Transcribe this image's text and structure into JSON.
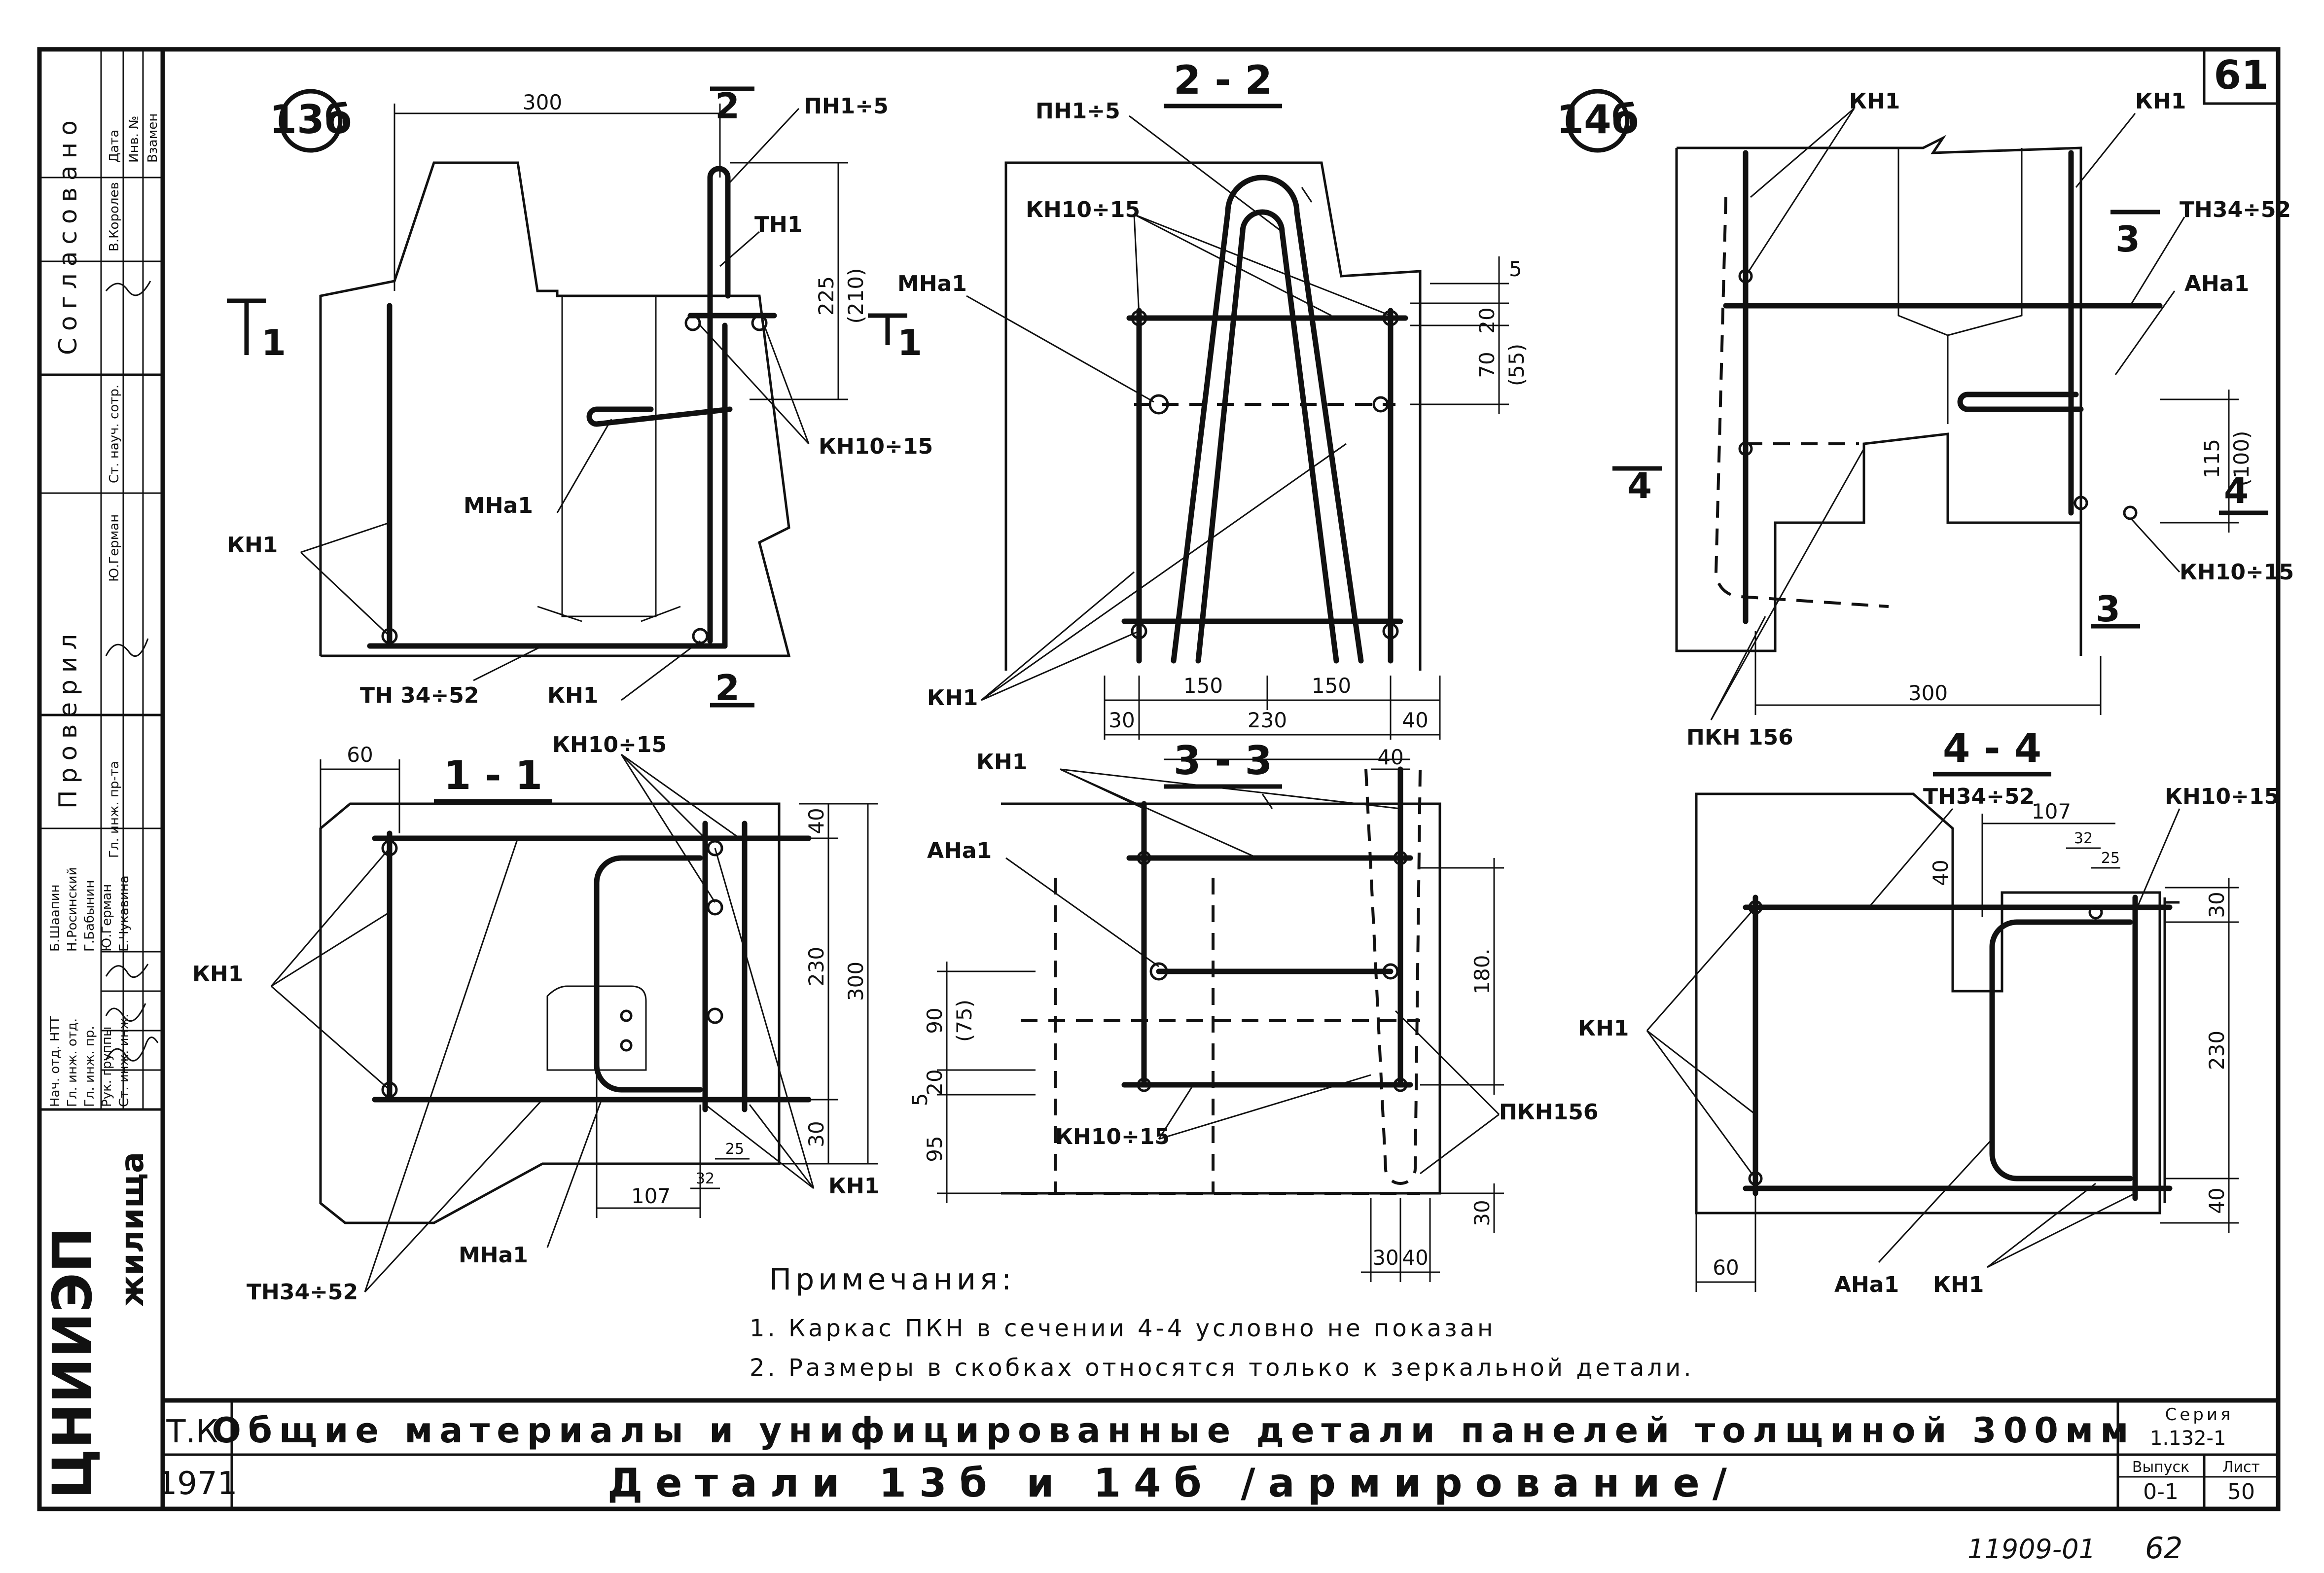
{
  "page_number": "61",
  "detail_13b_label": "13б",
  "detail_14b_label": "14б",
  "sections": {
    "s11": "1 - 1",
    "s22": "2 - 2",
    "s33": "3 - 3",
    "s44": "4 - 4"
  },
  "cut_marks": {
    "one": "1",
    "two": "2",
    "three": "3",
    "four": "4"
  },
  "labels": {
    "pn1_5": "ПН1÷5",
    "tn1": "ТН1",
    "kn10_15": "КН10÷15",
    "kn1": "КН1",
    "mna1": "МНа1",
    "tn34_52": "ТН 34÷52",
    "tn34_52b": "ТН34÷52",
    "ana1": "АНа1",
    "pkn156": "ПКН 156",
    "pkn156b": "ПКН156"
  },
  "dims": {
    "d300": "300",
    "d225": "225",
    "d210": "(210)",
    "d5": "5",
    "d20": "20",
    "d70": "70",
    "d55": "(55)",
    "d150": "150",
    "d30": "30",
    "d230": "230",
    "d40": "40",
    "d115": "115",
    "d100": "(100)",
    "d60": "60",
    "d25": "25",
    "d32": "32",
    "d107": "107",
    "d90": "90",
    "d75": "(75)",
    "d95": "95",
    "d180": "180."
  },
  "notes": {
    "heading": "Примечания:",
    "n1": "1. Каркас ПКН в сечении 4-4 условно не показан",
    "n2": "2. Размеры в скобках относятся только к зеркальной детали."
  },
  "title_block": {
    "tk": "Т.К.",
    "year": "1971",
    "title_line1": "Общие материалы и унифицированные детали панелей толщиной 300мм",
    "title_line2": "Детали 13б и 14б /армирование/",
    "series_label": "Серия",
    "series_value": "1.132-1",
    "issue_label": "Выпуск",
    "issue_value": "0-1",
    "sheet_label": "Лист",
    "sheet_value": "50"
  },
  "left_stamp": {
    "org": "ЦНИИЭП",
    "org_sub": "жилища",
    "agreed": "Согласовано",
    "checked": "Проверил",
    "col_date": "Дата",
    "col_inv": "Инв. №",
    "col_repl": "Взамен",
    "role_sci": "Ст. науч. сотр.",
    "name_korolev": "В.Королев",
    "name_german": "Ю.Герман",
    "role_eng": "Гл. инж. пр-та",
    "roles": [
      "Нач. отд. НТТ",
      "Гл. инж. отд.",
      "Гл. инж. пр.",
      "Рук. группы",
      "Ст. инж. инж."
    ],
    "names": [
      "Б.Шаапин",
      "Н.Росинский",
      "Г.Бабынин",
      "Ю.Герман",
      "Е.Чукавина"
    ]
  },
  "archive_code": "11909-01",
  "archive_page": "62"
}
